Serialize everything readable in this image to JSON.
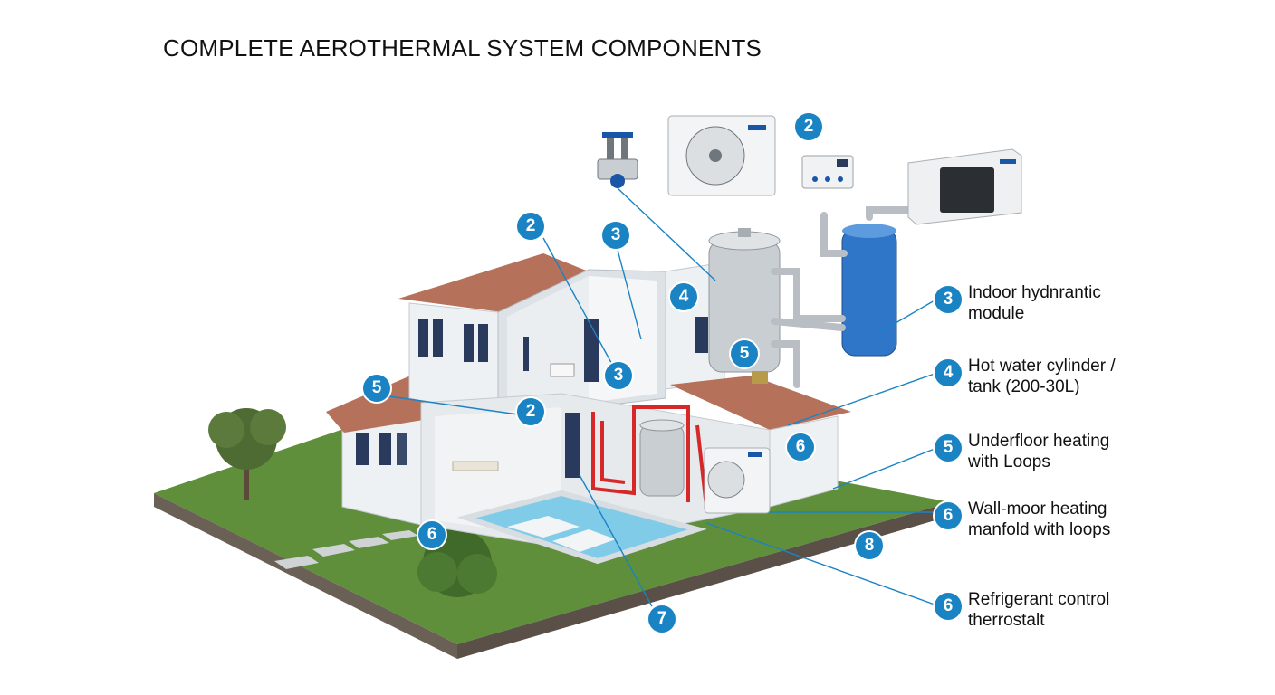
{
  "title": "COMPLETE AEROTHERMAL SYSTEM COMPONENTS",
  "colors": {
    "badge": "#1a83c4",
    "leader": "#1a83c4",
    "roof": "#b5715a",
    "wall": "#eef1f4",
    "grass": "#5f8f3a",
    "tank_blue": "#2f76c9",
    "tank_steel": "#c9ced3",
    "pipe_red": "#d62828",
    "pool": "#7fcbe8"
  },
  "legend": [
    {
      "number": "3",
      "line1": "Indoor hydnrantic",
      "line2": "module"
    },
    {
      "number": "4",
      "line1": "Hot water cylinder /",
      "line2": "tank (200-30L)"
    },
    {
      "number": "5",
      "line1": "Underfloor heating",
      "line2": "with Loops"
    },
    {
      "number": "6",
      "line1": "Wall-moor heating",
      "line2": "manfold with loops"
    },
    {
      "number": "6",
      "line1": "Refrigerant control",
      "line2": "therrostalt"
    }
  ],
  "callouts": [
    {
      "id": "c1",
      "number": "2"
    },
    {
      "id": "c2",
      "number": "2"
    },
    {
      "id": "c3",
      "number": "3"
    },
    {
      "id": "c4",
      "number": "3"
    },
    {
      "id": "c5",
      "number": "4"
    },
    {
      "id": "c6",
      "number": "5"
    },
    {
      "id": "c7",
      "number": "2"
    },
    {
      "id": "c8",
      "number": "5"
    },
    {
      "id": "c9",
      "number": "6"
    },
    {
      "id": "c10",
      "number": "6"
    },
    {
      "id": "c11",
      "number": "8"
    },
    {
      "id": "c12",
      "number": "7"
    }
  ]
}
